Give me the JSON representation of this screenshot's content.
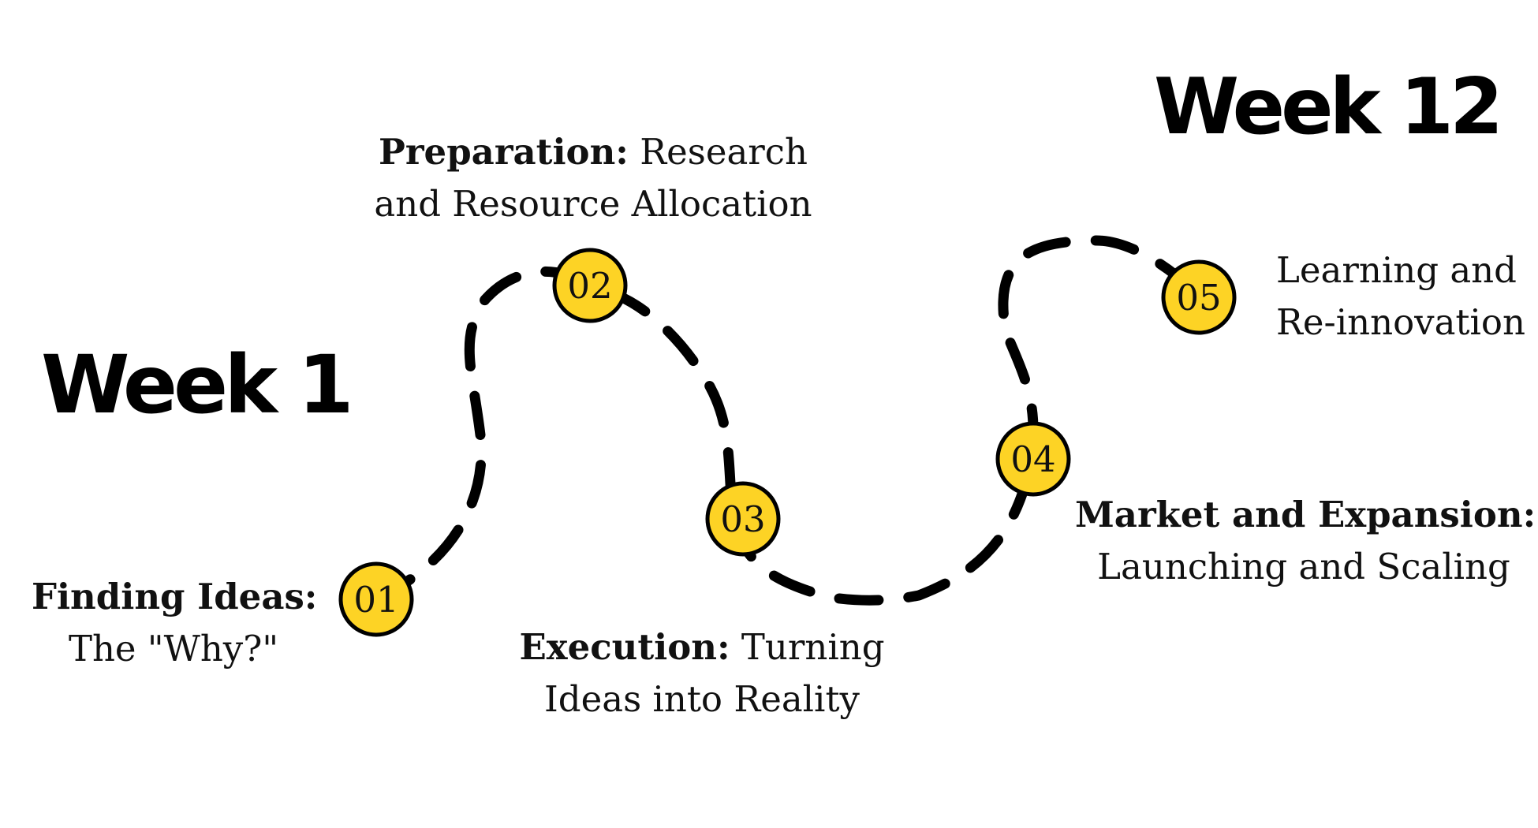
{
  "week_start_label": "Week 1",
  "week_end_label": "Week 12",
  "accent_color": "#FDD325",
  "path_color": "#000000",
  "steps": [
    {
      "number": "01",
      "title": "Finding Ideas:",
      "desc_lines": [
        "The \"Why?\""
      ]
    },
    {
      "number": "02",
      "title": "Preparation:",
      "title_line_rest": " Research",
      "desc_lines": [
        "and Resource Allocation"
      ]
    },
    {
      "number": "03",
      "title": "Execution:",
      "title_line_rest": " Turning",
      "desc_lines": [
        "Ideas into Reality"
      ]
    },
    {
      "number": "04",
      "title": "Market and Expansion:",
      "desc_lines": [
        "Launching and Scaling"
      ]
    },
    {
      "number": "05",
      "desc_lines": [
        "Learning and",
        "Re-innovation"
      ]
    }
  ]
}
